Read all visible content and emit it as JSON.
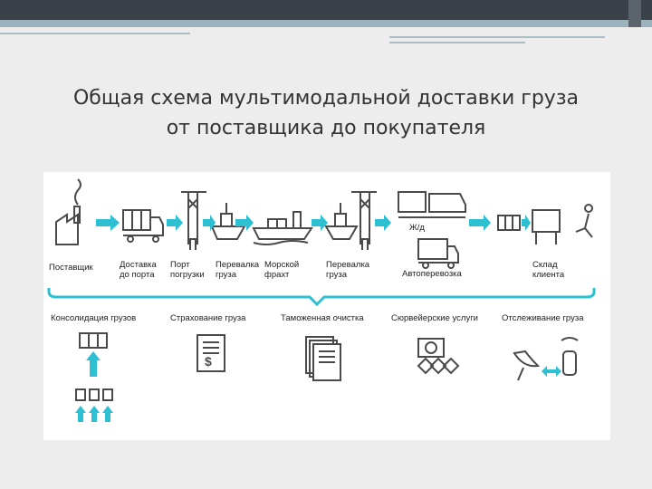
{
  "slide": {
    "title_line1": "Общая схема мультимодальной доставки груза",
    "title_line2": "от поставщика до покупателя"
  },
  "diagram": {
    "chain_labels": {
      "supplier": "Поставщик",
      "delivery_1": "Доставка",
      "delivery_2": "до порта",
      "port_1": "Порт",
      "port_2": "погрузки",
      "transship_1": "Перевалка",
      "transship_2": "груза",
      "sea_1": "Морской",
      "sea_2": "фрахт",
      "transship2_1": "Перевалка",
      "transship2_2": "груза",
      "rail": "Ж/д",
      "auto": "Автоперевозка",
      "warehouse_1": "Склад",
      "warehouse_2": "клиента"
    },
    "services": {
      "consolidation": "Консолидация грузов",
      "insurance": "Страхование груза",
      "customs": "Таможенная очистка",
      "survey": "Сюрвейерские услуги",
      "tracking": "Отслеживание груза"
    },
    "colors": {
      "accent": "#2cc0d2",
      "ink": "#4a4a4a"
    }
  }
}
